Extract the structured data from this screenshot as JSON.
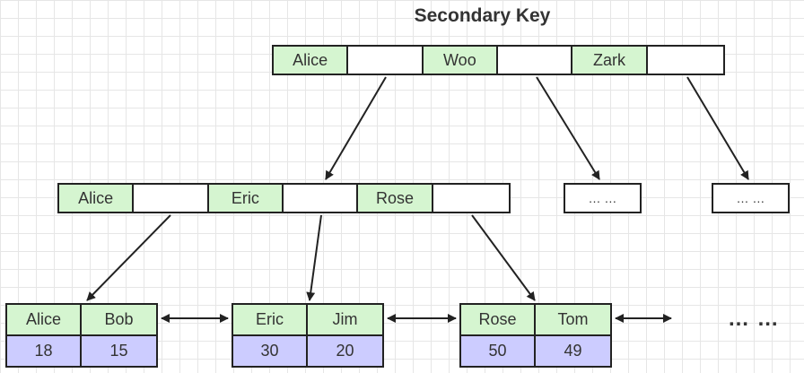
{
  "title": "Secondary Key",
  "root": {
    "keys": [
      "Alice",
      "Woo",
      "Zark"
    ]
  },
  "level2": {
    "keys": [
      "Alice",
      "Eric",
      "Rose"
    ]
  },
  "stubs": [
    "… …",
    "… …"
  ],
  "leaves": [
    {
      "keys": [
        "Alice",
        "Bob"
      ],
      "values": [
        "18",
        "15"
      ]
    },
    {
      "keys": [
        "Eric",
        "Jim"
      ],
      "values": [
        "30",
        "20"
      ]
    },
    {
      "keys": [
        "Rose",
        "Tom"
      ],
      "values": [
        "50",
        "49"
      ]
    }
  ],
  "more": "… …",
  "colors": {
    "key": "#d5f5d0",
    "value": "#ccccff",
    "grid": "#e6e6e6"
  }
}
